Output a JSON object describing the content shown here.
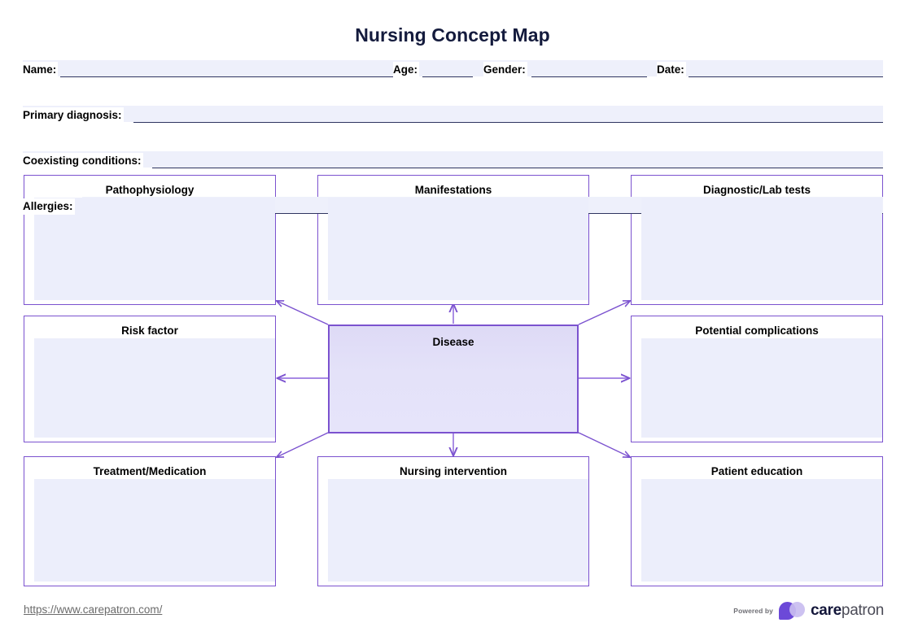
{
  "document": {
    "title": "Nursing Concept Map"
  },
  "form": {
    "rows": [
      {
        "fields": [
          {
            "label": "Name:",
            "value": "",
            "placeholder": ""
          },
          {
            "label": "Age:",
            "value": "",
            "placeholder": ""
          },
          {
            "label": "Gender:",
            "value": "",
            "placeholder": ""
          },
          {
            "label": "Date:",
            "value": "",
            "placeholder": ""
          }
        ]
      },
      {
        "fields": [
          {
            "label": "Primary diagnosis:",
            "value": "",
            "placeholder": ""
          }
        ]
      },
      {
        "fields": [
          {
            "label": "Coexisting conditions:",
            "value": "",
            "placeholder": ""
          }
        ]
      },
      {
        "fields": [
          {
            "label": "Allergies:",
            "value": "",
            "placeholder": ""
          }
        ]
      }
    ]
  },
  "map": {
    "center": {
      "label": "Disease",
      "value": ""
    },
    "nodes": [
      {
        "label": "Pathophysiology",
        "value": ""
      },
      {
        "label": "Manifestations",
        "value": ""
      },
      {
        "label": "Diagnostic/Lab tests",
        "value": ""
      },
      {
        "label": "Risk factor",
        "value": ""
      },
      {
        "label": "Potential complications",
        "value": ""
      },
      {
        "label": "Treatment/Medication",
        "value": ""
      },
      {
        "label": "Nursing intervention",
        "value": ""
      },
      {
        "label": "Patient education",
        "value": ""
      }
    ]
  },
  "footer": {
    "url": "https://www.carepatron.com/",
    "powered_by": "Powered by",
    "brand_bold": "care",
    "brand_light": "patron"
  },
  "colors": {
    "accent_border": "#7b52cf",
    "field_fill": "#eef0fb",
    "node_fill": "#eceefb",
    "center_fill": "#e2e0f8",
    "title_color": "#141b3d",
    "link_color": "#6b6b6b"
  }
}
